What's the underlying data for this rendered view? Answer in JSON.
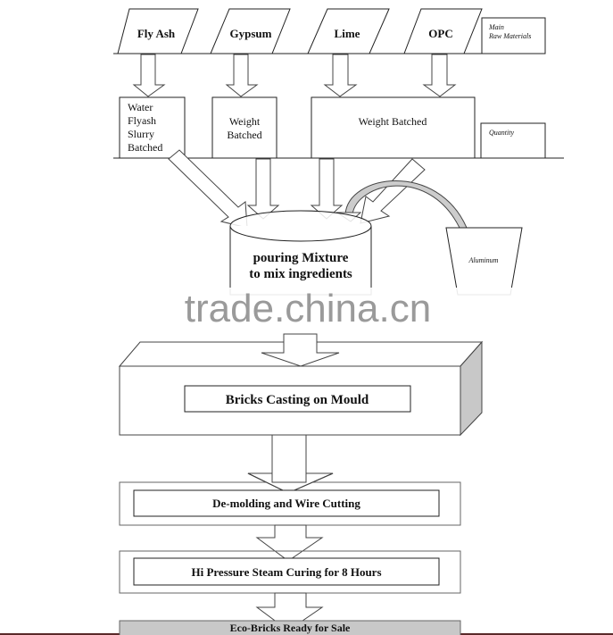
{
  "raw_materials": [
    "Fly Ash",
    "Gypsum",
    "Lime",
    "OPC"
  ],
  "legend_main": [
    "Main",
    "Raw Materials"
  ],
  "batching": {
    "flyash_lines": [
      "Water",
      "Flyash",
      "Slurry",
      "Batched"
    ],
    "gypsum_lines": [
      "Weight",
      "Batched"
    ],
    "lime_opc": "Weight Batched",
    "legend_quantity": "Quantity"
  },
  "mixer": {
    "line1": "pouring Mixture",
    "line2": "to mix ingredients"
  },
  "aluminium": "Aluminum",
  "watermark": "trade.china.cn",
  "steps": [
    "Bricks Casting on Mould",
    "De-molding and Wire Cutting",
    "Hi Pressure Steam Curing for 8 Hours",
    "Eco-Bricks Ready for Sale"
  ]
}
